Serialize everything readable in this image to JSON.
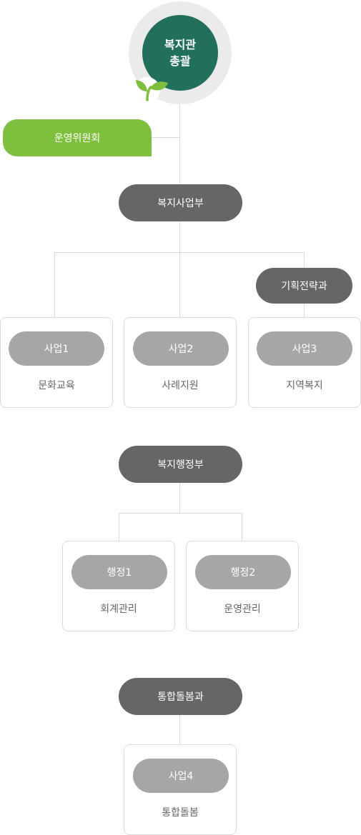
{
  "top": {
    "line1": "복지관",
    "line2": "총괄"
  },
  "committee": {
    "label": "운영위원회"
  },
  "departments": [
    {
      "name": "복지사업부",
      "extra": "기획전략과",
      "units": [
        {
          "badge": "사업1",
          "desc": "문화교육"
        },
        {
          "badge": "사업2",
          "desc": "사례지원"
        },
        {
          "badge": "사업3",
          "desc": "지역복지"
        }
      ]
    },
    {
      "name": "복지행정부",
      "units": [
        {
          "badge": "행정1",
          "desc": "회계관리"
        },
        {
          "badge": "행정2",
          "desc": "운영관리"
        }
      ]
    },
    {
      "name": "통합돌봄과",
      "units": [
        {
          "badge": "사업4",
          "desc": "통합돌봄"
        }
      ]
    }
  ],
  "colors": {
    "core": "#22705b",
    "leaf": "#7ebf3e",
    "dept": "#666666",
    "badge": "#a6a6a6"
  },
  "icons": {
    "leaf": "sprout-icon"
  }
}
